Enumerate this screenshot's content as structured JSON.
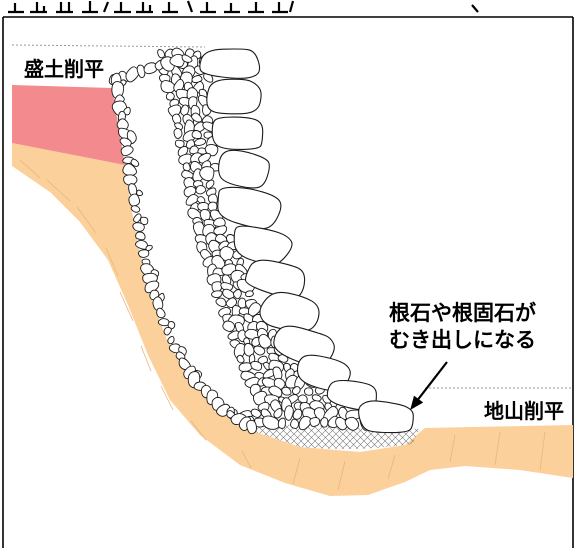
{
  "labels": {
    "fill_removed": "盛土削平",
    "exposed_stones_line1": "根石や根固石が",
    "exposed_stones_line2": "むき出しになる",
    "ground_removed": "地山削平"
  },
  "colors": {
    "fill_removed_area": "#f38a8e",
    "natural_ground": "#fbd09b",
    "strata_line": "#eab57a",
    "stone_outline": "#1a1a1a",
    "frame": "#000000",
    "original_surface_line": "#9a9a9a"
  }
}
